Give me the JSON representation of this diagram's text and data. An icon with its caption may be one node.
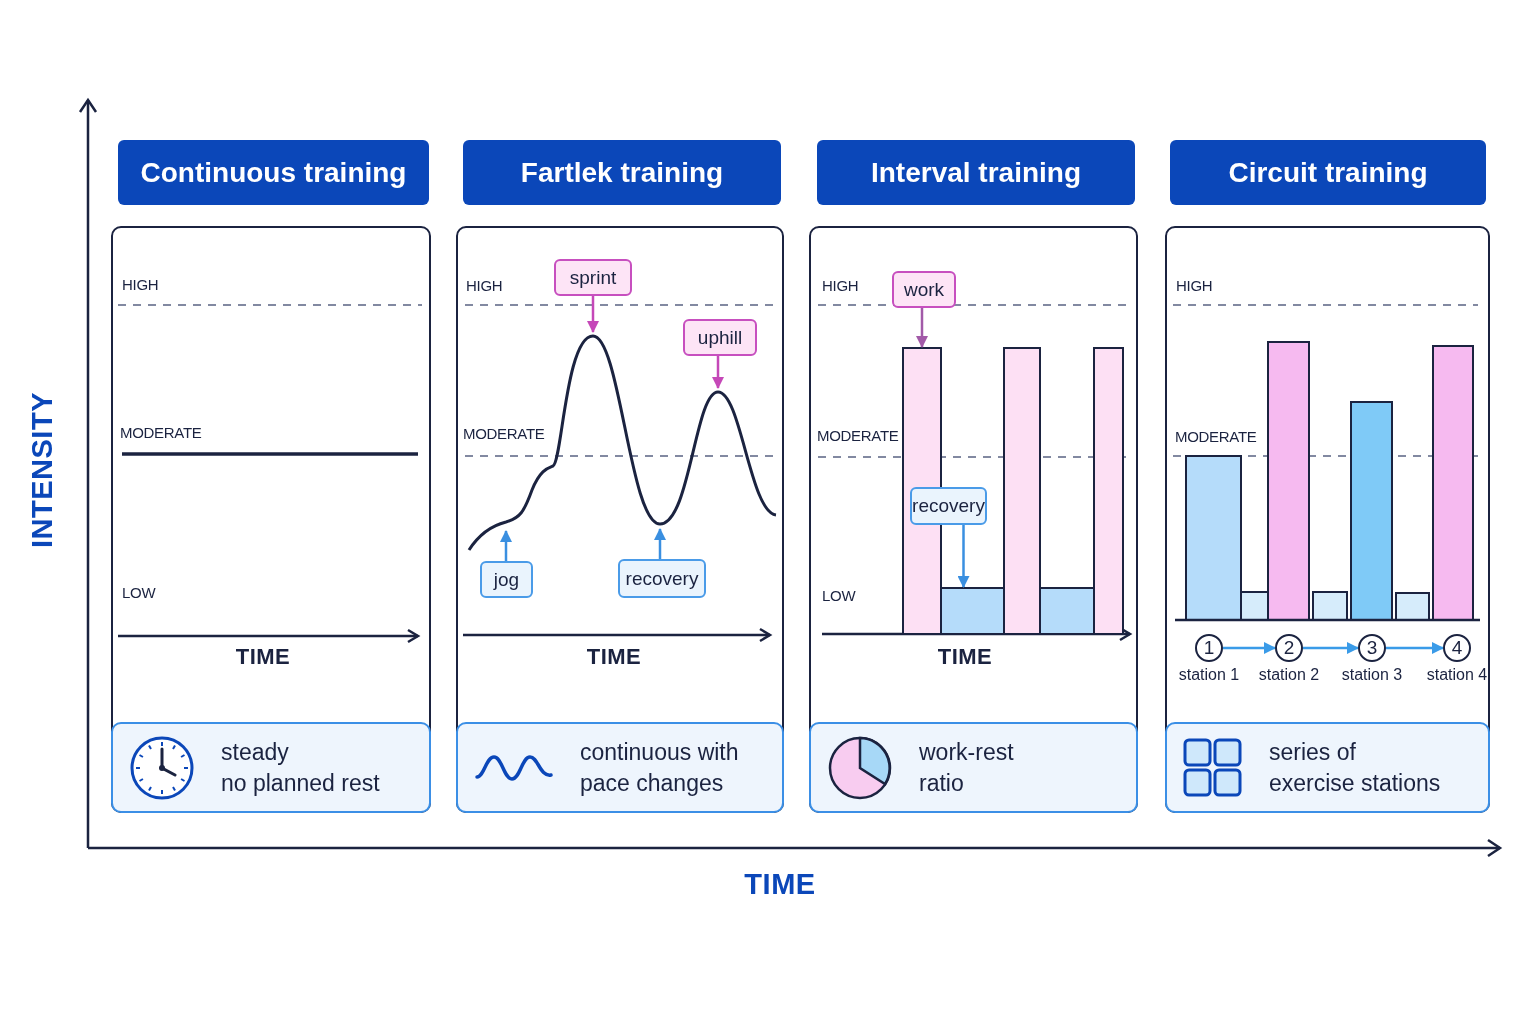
{
  "diagram": {
    "nodes": [
      {
        "text": [
          "Continuous training"
        ]
      },
      {
        "text": [],
        "shape": "box"
      },
      {
        "text": [
          "steady",
          "no planned rest"
        ],
        "in": 1
      },
      {
        "text": [
          "Fartlek training"
        ]
      },
      {
        "text": [],
        "shape": "box"
      },
      {
        "text": [
          "sprint"
        ],
        "in": 4
      },
      {
        "text": [
          "uphill"
        ],
        "in": 4
      },
      {
        "text": [
          "jog"
        ],
        "in": 4
      },
      {
        "text": [
          "recovery"
        ],
        "in": 4
      },
      {
        "text": [
          "continuous with",
          "pace changes"
        ],
        "in": 4
      },
      {
        "text": [
          "Interval training"
        ]
      },
      {
        "text": [],
        "shape": "box"
      },
      {
        "text": [
          "work"
        ],
        "in": 11
      },
      {
        "text": [
          "recovery"
        ],
        "in": 11
      },
      {
        "text": [],
        "shape": "bar",
        "in": 11
      },
      {
        "text": [],
        "shape": "bar",
        "in": 11
      },
      {
        "text": [],
        "shape": "bar",
        "in": 11
      },
      {
        "text": [],
        "shape": "bar",
        "in": 11
      },
      {
        "text": [],
        "shape": "bar",
        "in": 11
      },
      {
        "text": [
          "work-rest",
          "ratio"
        ],
        "in": 11
      },
      {
        "text": [
          "Circuit training"
        ]
      },
      {
        "text": [],
        "shape": "box"
      },
      {
        "text": [
          "1"
        ],
        "in": 21,
        "beside": [
          "station 1"
        ]
      },
      {
        "text": [
          "2"
        ],
        "in": 21,
        "beside": [
          "station 2"
        ]
      },
      {
        "text": [
          "3"
        ],
        "in": 21,
        "beside": [
          "station 3"
        ]
      },
      {
        "text": [
          "4"
        ],
        "in": 21,
        "beside": [
          "station 4"
        ]
      },
      {
        "text": [
          "series of",
          "exercise stations"
        ],
        "in": 21
      }
    ],
    "edges": [
      {
        "from": 5,
        "to": null,
        "arrow": "to",
        "color": "#c548b8"
      },
      {
        "from": 6,
        "to": null,
        "arrow": "to",
        "color": "#c548b8"
      },
      {
        "from": 7,
        "to": null,
        "arrow": "to",
        "color": "#3a8fe0"
      },
      {
        "from": 8,
        "to": null,
        "arrow": "to",
        "color": "#3a8fe0"
      },
      {
        "from": 12,
        "to": 14,
        "arrow": "to",
        "color": "#a25aa8"
      },
      {
        "from": 13,
        "to": 15,
        "arrow": "to",
        "color": "#3a8fe0"
      },
      {
        "from": 22,
        "to": 23,
        "arrow": "to",
        "color": "#3a9be8"
      },
      {
        "from": 23,
        "to": 24,
        "arrow": "to",
        "color": "#3a9be8"
      },
      {
        "from": 24,
        "to": 25,
        "arrow": "to",
        "color": "#3a9be8"
      }
    ],
    "labels": [
      "HIGH",
      "MODERATE",
      "LOW",
      "TIME",
      "HIGH",
      "MODERATE",
      "TIME",
      "HIGH",
      "MODERATE",
      "LOW",
      "TIME",
      "HIGH",
      "MODERATE",
      "INTENSITY",
      "TIME"
    ]
  }
}
